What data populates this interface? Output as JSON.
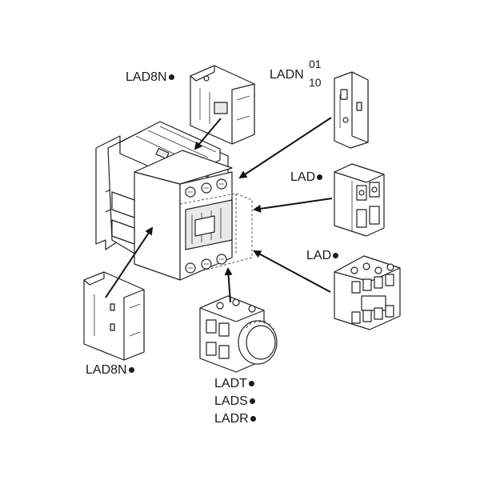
{
  "labels": {
    "top_left": "LAD8N",
    "top_right_main": "LADN",
    "top_right_sup_1": "01",
    "top_right_sup_2": "10",
    "right_upper": "LAD",
    "right_lower": "LAD",
    "bottom_left": "LAD8N",
    "bottom_center_1": "LADT",
    "bottom_center_2": "LADS",
    "bottom_center_3": "LADR"
  }
}
